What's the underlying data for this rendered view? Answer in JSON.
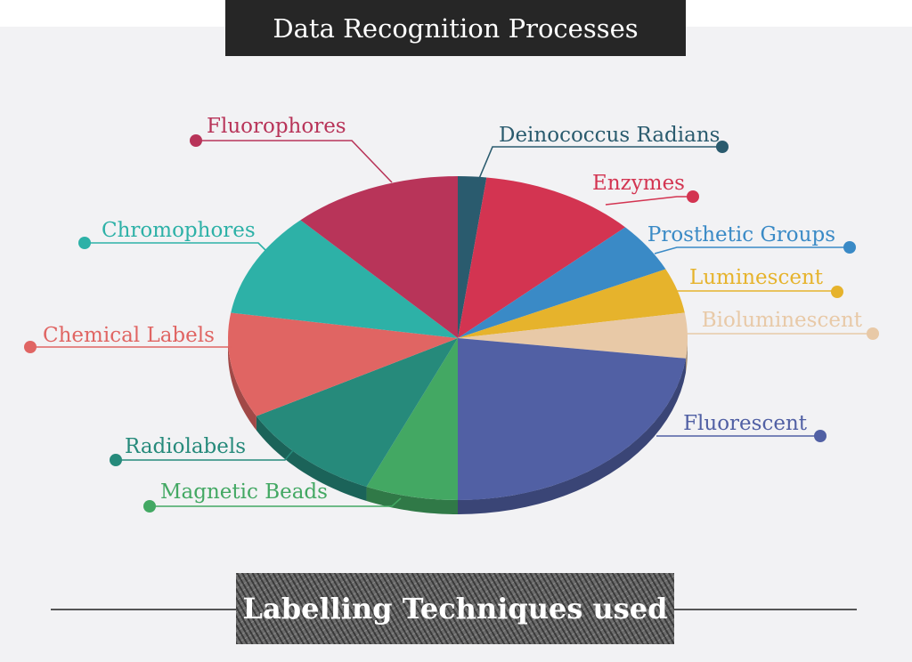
{
  "page": {
    "title": "Data Recognition Processes",
    "footer": "Labelling Techniques used"
  },
  "chart_data": {
    "type": "pie",
    "title": "Data Recognition Processes",
    "caption": "Labelling Techniques used",
    "slices": [
      {
        "label": "Deinococcus Radians",
        "value": 2.0,
        "color": "#2a5b6e"
      },
      {
        "label": "Enzymes",
        "value": 11.0,
        "color": "#d33451"
      },
      {
        "label": "Prosthetic Groups",
        "value": 5.0,
        "color": "#3a8ac6"
      },
      {
        "label": "Luminescent",
        "value": 4.5,
        "color": "#e6b32c"
      },
      {
        "label": "Bioluminescent",
        "value": 4.5,
        "color": "#e8c9a7"
      },
      {
        "label": "Fluorescent",
        "value": 23.0,
        "color": "#5160a4"
      },
      {
        "label": "Magnetic Beads",
        "value": 6.5,
        "color": "#43a863"
      },
      {
        "label": "Radiolabels",
        "value": 10.5,
        "color": "#268a7b"
      },
      {
        "label": "Chemical Labels",
        "value": 10.5,
        "color": "#e06563"
      },
      {
        "label": "Chromophores",
        "value": 10.5,
        "color": "#2db1a7"
      },
      {
        "label": "Fluorophores",
        "value": 12.0,
        "color": "#b83459"
      }
    ],
    "start": "12 o'clock",
    "direction": "clockwise",
    "legend": "callout labels"
  }
}
